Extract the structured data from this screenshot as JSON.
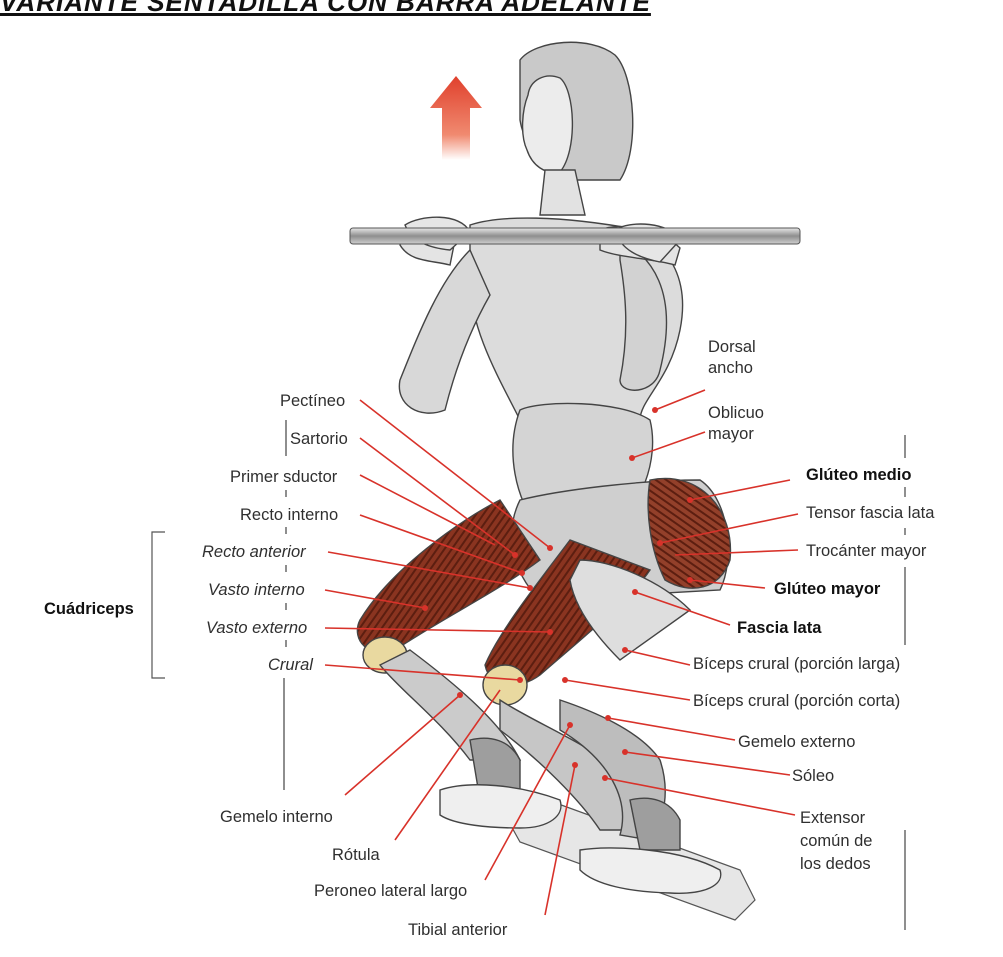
{
  "title": "VARIANTE SENTADILLA CON BARRA ADELANTE",
  "group_label": "Cuádriceps",
  "colors": {
    "leader": "#d8322a",
    "muscle": "#7a2a18",
    "arrow": "#e8553a",
    "bar": "#9a9a9a"
  },
  "icons": {
    "direction": "up-arrow-icon"
  },
  "labels": {
    "pectineo": "Pectíneo",
    "sartorio": "Sartorio",
    "primer_aductor": "Primer sductor",
    "recto_interno": "Recto interno",
    "recto_anterior": "Recto anterior",
    "vasto_interno": "Vasto interno",
    "vasto_externo": "Vasto externo",
    "crural": "Crural",
    "gemelo_interno": "Gemelo interno",
    "rotula": "Rótula",
    "peroneo": "Peroneo lateral largo",
    "tibial": "Tibial anterior",
    "dorsal_1": "Dorsal",
    "dorsal_2": "ancho",
    "oblicuo_1": "Oblicuo",
    "oblicuo_2": "mayor",
    "gluteo_medio": "Glúteo medio",
    "tensor": "Tensor fascia lata",
    "trocanter": "Trocánter mayor",
    "gluteo_mayor": "Glúteo mayor",
    "fascia_lata": "Fascia lata",
    "biceps_larga": "Bíceps crural (porción larga)",
    "biceps_corta": "Bíceps crural (porción corta)",
    "gemelo_externo": "Gemelo externo",
    "soleo": "Sóleo",
    "extensor_1": "Extensor",
    "extensor_2": "común de",
    "extensor_3": "los dedos"
  }
}
